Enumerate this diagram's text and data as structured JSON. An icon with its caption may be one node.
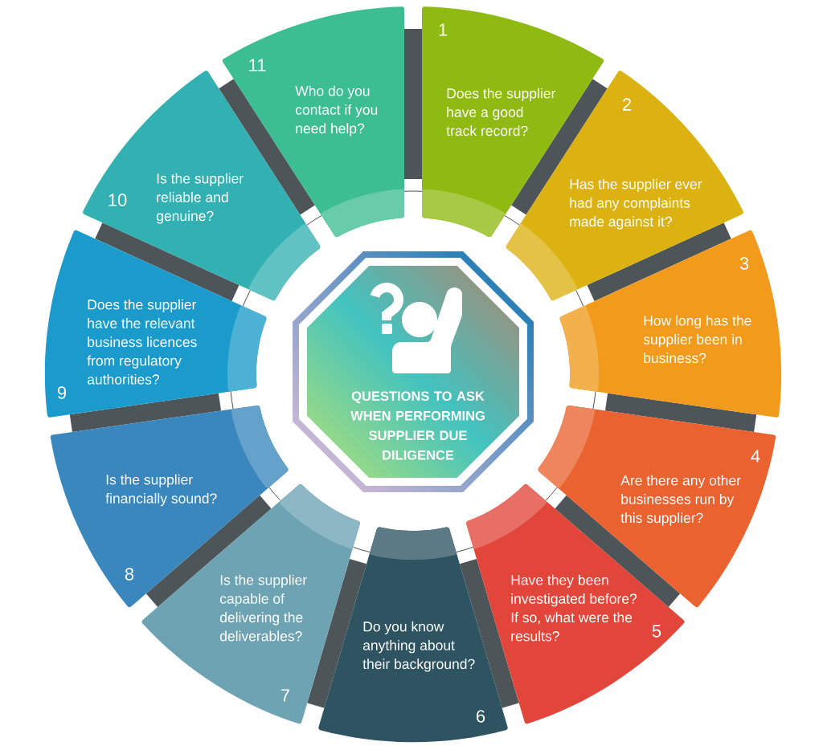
{
  "diagram": {
    "nodes": [
      {
        "text": [
          "QUESTIONS TO ASK WHEN PERFORMING SUPPLIER DUE DILIGENCE"
        ]
      },
      {
        "text": [
          "1",
          "Does the supplier have a good track record?"
        ]
      },
      {
        "text": [
          "2",
          "Has the supplier ever had any complaints made against it?"
        ]
      },
      {
        "text": [
          "3",
          "How long has the supplier been in business?"
        ]
      },
      {
        "text": [
          "4",
          "Are there any other businesses run by this supplier?"
        ]
      },
      {
        "text": [
          "Have they been investigated before? If so, what were the results?",
          "5"
        ]
      },
      {
        "text": [
          "Do you know anything about their background?",
          "6"
        ]
      },
      {
        "text": [
          "Is the supplier capable of delivering the deliverables?",
          "7"
        ]
      },
      {
        "text": [
          "Is the supplier financially sound?",
          "8"
        ]
      },
      {
        "text": [
          "Does the supplier have the relevant business licences from regulatory authorities?",
          "9"
        ]
      },
      {
        "text": [
          "10",
          "Is the supplier reliable and genuine?"
        ]
      },
      {
        "text": [
          "11",
          "Who do you contact if you need help?"
        ]
      }
    ]
  }
}
